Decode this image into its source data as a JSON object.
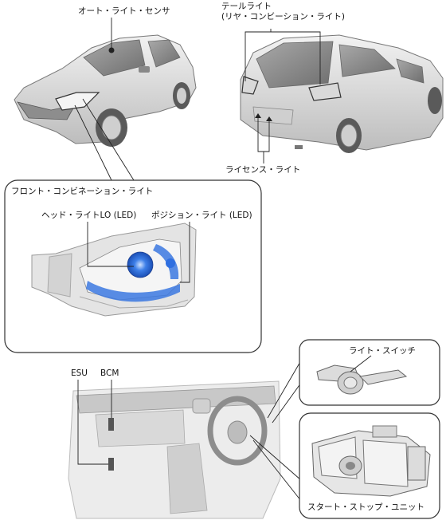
{
  "labels": {
    "auto_light_sensor": "オート・ライト・センサ",
    "tail_light_line1": "テールライト",
    "tail_light_line2": "(リヤ・コンビーション・ライト)",
    "license_light": "ライセンス・ライト",
    "front_combination_light": "フロント・コンビネーション・ライト",
    "headlight_lo": "ヘッド・ライトLO (LED)",
    "position_light": "ポジション・ライト (LED)",
    "esu": "ESU",
    "bcm": "BCM",
    "light_switch": "ライト・スイッチ",
    "start_stop_unit": "スタート・ストップ・ユニット"
  },
  "colors": {
    "outline": "#444444",
    "car_body": "#e2e2e2",
    "car_shade": "#bdbdbd",
    "led_blue": "#2f6fe0",
    "led_light": "#9cc3ff",
    "callout_border": "#333333"
  }
}
